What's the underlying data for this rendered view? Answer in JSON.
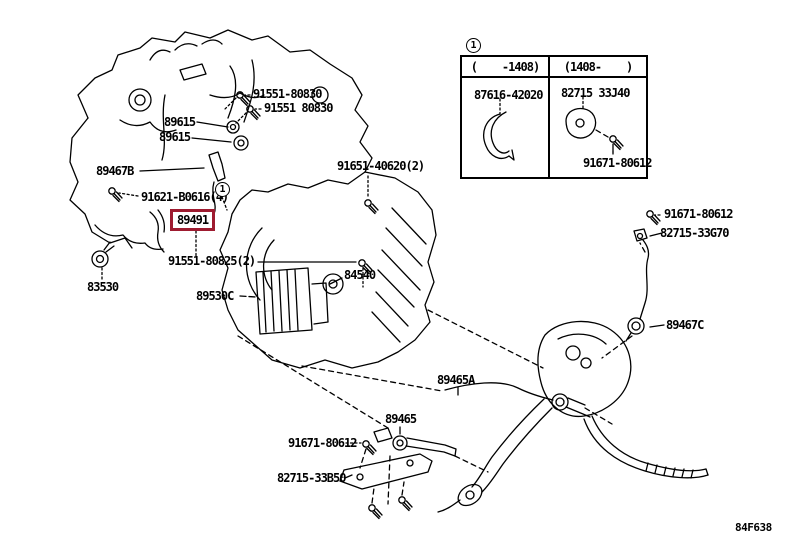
{
  "diagram": {
    "code": "84F638",
    "highlighted_part": "89491",
    "highlight_color": "#9E1B30",
    "callout_marker": "1",
    "labels": [
      "91551-80830",
      "91551 80830",
      "89615",
      "89615",
      "89467B",
      "91621-B0616(4)",
      "91551-80825(2)",
      "83530",
      "89530C",
      "84540",
      "91651-40620(2)",
      "89465A",
      "89465",
      "91671-80612",
      "82715-33B50",
      "91671-80612",
      "82715-33G70",
      "89467C"
    ]
  },
  "callout_table": {
    "marker": "1",
    "columns": [
      {
        "header": "(    -1408)",
        "parts": [
          "87616-42020"
        ]
      },
      {
        "header": "(1408-    )",
        "parts": [
          "82715 33J40",
          "91671-80612"
        ]
      }
    ]
  }
}
